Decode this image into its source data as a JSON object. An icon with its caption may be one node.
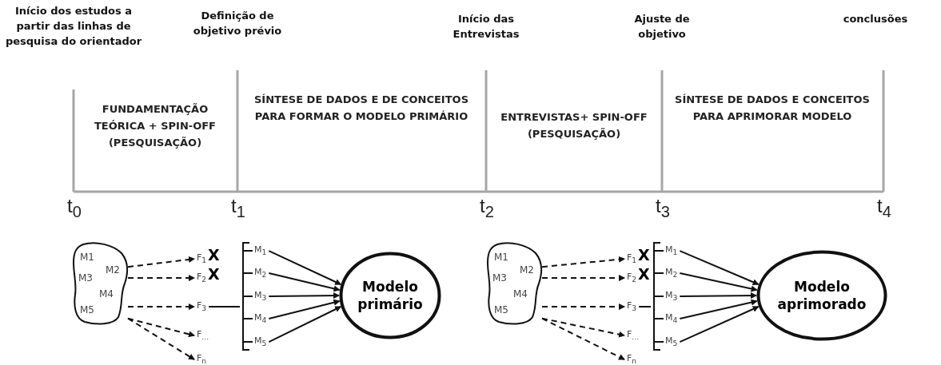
{
  "diagram": {
    "nodes": [
      {
        "text": [
          "M1",
          "M2",
          "M3",
          "M4",
          "M5"
        ]
      },
      {
        "text": [
          "F$_{1}$"
        ],
        "beside": [
          "X"
        ]
      },
      {
        "text": [
          "F$_{2}$"
        ],
        "beside": [
          "X"
        ]
      },
      {
        "text": [
          "F$_{3}$"
        ]
      },
      {
        "text": [
          "F$_{...}$"
        ]
      },
      {
        "text": [
          "F$_{n}$"
        ]
      },
      {
        "text": [
          "M$_{1}$"
        ]
      },
      {
        "text": [
          "M$_{2}$"
        ]
      },
      {
        "text": [
          "M$_{3}$"
        ]
      },
      {
        "text": [
          "M$_{4}$"
        ]
      },
      {
        "text": [
          "M$_{5}$"
        ]
      },
      {
        "text": [
          "Modelo primário"
        ]
      },
      {
        "text": [
          "M1",
          "M2",
          "M3",
          "M4",
          "M5"
        ]
      },
      {
        "text": [
          "F$_{1}$"
        ],
        "beside": [
          "X"
        ]
      },
      {
        "text": [
          "F$_{2}$"
        ],
        "beside": [
          "X"
        ]
      },
      {
        "text": [
          "F$_{3}$"
        ]
      },
      {
        "text": [
          "F$_{...}$"
        ]
      },
      {
        "text": [
          "F$_{n}$"
        ]
      },
      {
        "text": [
          "M$_{1}$"
        ]
      },
      {
        "text": [
          "M$_{2}$"
        ]
      },
      {
        "text": [
          "M$_{3}$"
        ]
      },
      {
        "text": [
          "M$_{4}$"
        ]
      },
      {
        "text": [
          "M$_{5}$"
        ]
      },
      {
        "text": [
          "Modelo aprimorado"
        ]
      }
    ],
    "edges": [
      {
        "from": 0,
        "to": 1,
        "arrow": "to",
        "style": "dashed"
      },
      {
        "from": 0,
        "to": 2,
        "arrow": "to",
        "style": "dashed"
      },
      {
        "from": 0,
        "to": 3,
        "arrow": "to",
        "style": "dashed"
      },
      {
        "from": 0,
        "to": 4,
        "arrow": "to",
        "style": "dashed"
      },
      {
        "from": 0,
        "to": 5,
        "arrow": "to",
        "style": "dashed"
      },
      {
        "from": 3,
        "to": 6,
        "arrow": "none"
      },
      {
        "from": 3,
        "to": 7,
        "arrow": "none"
      },
      {
        "from": 3,
        "to": 8,
        "arrow": "none"
      },
      {
        "from": 3,
        "to": 9,
        "arrow": "none"
      },
      {
        "from": 3,
        "to": 10,
        "arrow": "none"
      },
      {
        "from": 6,
        "to": 11,
        "arrow": "to"
      },
      {
        "from": 7,
        "to": 11,
        "arrow": "to"
      },
      {
        "from": 8,
        "to": 11,
        "arrow": "to"
      },
      {
        "from": 9,
        "to": 11,
        "arrow": "to"
      },
      {
        "from": 10,
        "to": 11,
        "arrow": "to"
      },
      {
        "from": 12,
        "to": 13,
        "arrow": "to",
        "style": "dashed"
      },
      {
        "from": 12,
        "to": 14,
        "arrow": "to",
        "style": "dashed"
      },
      {
        "from": 12,
        "to": 15,
        "arrow": "to",
        "style": "dashed"
      },
      {
        "from": 12,
        "to": 16,
        "arrow": "to",
        "style": "dashed"
      },
      {
        "from": 12,
        "to": 17,
        "arrow": "to",
        "style": "dashed"
      },
      {
        "from": 15,
        "to": 18,
        "arrow": "none"
      },
      {
        "from": 15,
        "to": 19,
        "arrow": "none"
      },
      {
        "from": 15,
        "to": 20,
        "arrow": "none"
      },
      {
        "from": 15,
        "to": 21,
        "arrow": "none"
      },
      {
        "from": 15,
        "to": 22,
        "arrow": "none"
      },
      {
        "from": 18,
        "to": 23,
        "arrow": "to"
      },
      {
        "from": 19,
        "to": 23,
        "arrow": "to"
      },
      {
        "from": 20,
        "to": 23,
        "arrow": "to"
      },
      {
        "from": 21,
        "to": 23,
        "arrow": "to"
      },
      {
        "from": 22,
        "to": 23,
        "arrow": "to"
      }
    ],
    "labels": [
      "Início dos estudos a partir das linhas de pesquisa do orientador",
      "Definição de objetivo prévio",
      "Início das Entrevistas",
      "Ajuste de objetivo",
      "conclusões",
      "FUNDAMENTAÇÃO TEÓRICA + SPIN-OFF (PESQUISAÇÃO)",
      "SÍNTESE DE DADOS E DE CONCEITOS PARA FORMAR O MODELO PRIMÁRIO",
      "ENTREVISTAS+ SPIN-OFF (PESQUISAÇÃO)",
      "SÍNTESE DE DADOS E CONCEITOS PARA APRIMORAR MODELO",
      "t$_{0}$",
      "t$_{1}$",
      "t$_{2}$",
      "t$_{3}$",
      "t$_{4}$"
    ]
  }
}
